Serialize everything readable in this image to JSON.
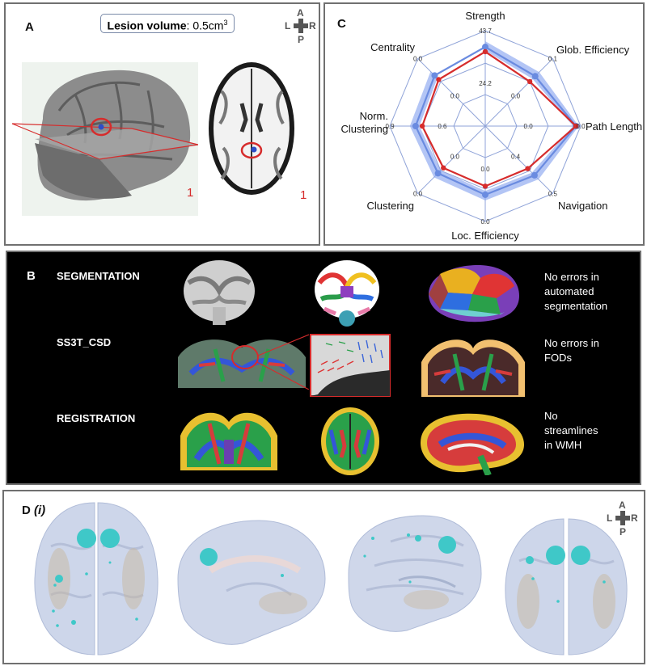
{
  "panel_a": {
    "label": "A",
    "lesion_volume_label": "Lesion volume",
    "lesion_volume_value": ": 0.5cm",
    "lesion_volume_exp": "3",
    "sagittal_number": "1",
    "axial_number": "1",
    "orientation": {
      "a": "A",
      "l": "L",
      "r": "R",
      "p": "P"
    }
  },
  "panel_b": {
    "label": "B",
    "rows": [
      {
        "title": "SEGMENTATION",
        "note": "No errors in automated segmentation"
      },
      {
        "title": "SS3T_CSD",
        "note": "No errors in FODs"
      },
      {
        "title": "REGISTRATION",
        "note": "No streamlines in WMH"
      }
    ]
  },
  "panel_c": {
    "label": "C",
    "chart_data": {
      "type": "radar",
      "axes": [
        "Strength",
        "Glob. Efficiency",
        "Path Length",
        "Navigation",
        "Loc. Efficiency",
        "Clustering",
        "Norm. Clustering",
        "Centrality"
      ],
      "axis_labels_display": [
        "Strength",
        "Glob. Efficiency",
        "Path Length",
        "Navigation",
        "Loc.  Efficiency",
        "Clustering",
        "Norm.\nClustering",
        "Centrality"
      ],
      "outer_ticks": [
        "43.7",
        "0.1",
        "0.0",
        "0.5",
        "0.0",
        "0.0",
        "0.9",
        "0.0"
      ],
      "inner_ticks": [
        "24.2",
        "0.0",
        "0.0",
        "0.4",
        "0.0",
        "0.0",
        "0.6",
        "0.0"
      ],
      "series": [
        {
          "values": [
            0.83,
            0.74,
            0.95,
            0.73,
            0.72,
            0.7,
            0.73,
            0.75
          ],
          "band_low": [
            0.79,
            0.7,
            0.92,
            0.69,
            0.68,
            0.66,
            0.69,
            0.71
          ],
          "band_high": [
            0.89,
            0.8,
            0.98,
            0.79,
            0.78,
            0.76,
            0.79,
            0.81
          ],
          "color": "#6a8be0"
        },
        {
          "values": [
            0.78,
            0.66,
            0.95,
            0.63,
            0.63,
            0.62,
            0.66,
            0.69
          ],
          "color": "#d62c2c"
        }
      ]
    }
  },
  "panel_d": {
    "label": "D",
    "sublabel": "(i)",
    "orientation": {
      "a": "A",
      "l": "L",
      "r": "R",
      "p": "P"
    }
  }
}
